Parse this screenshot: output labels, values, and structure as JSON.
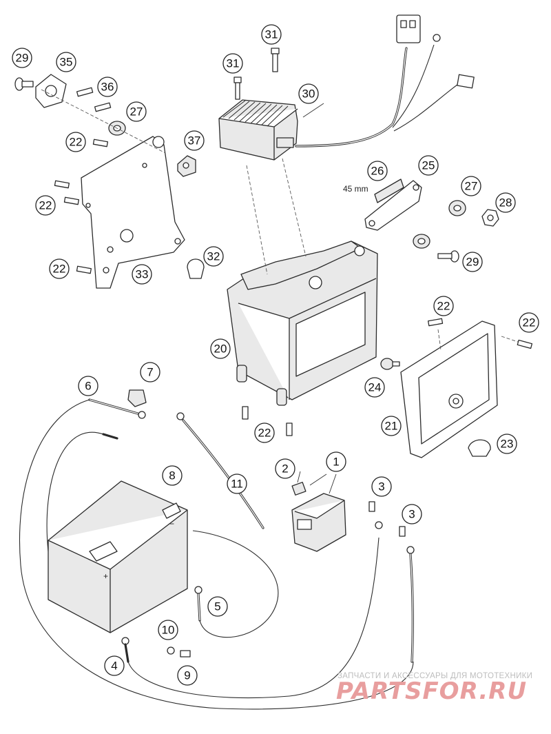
{
  "callouts": [
    {
      "id": "1",
      "label": "1"
    },
    {
      "id": "2",
      "label": "2"
    },
    {
      "id": "3a",
      "label": "3"
    },
    {
      "id": "3b",
      "label": "3"
    },
    {
      "id": "4",
      "label": "4"
    },
    {
      "id": "5",
      "label": "5"
    },
    {
      "id": "6",
      "label": "6"
    },
    {
      "id": "7",
      "label": "7"
    },
    {
      "id": "8",
      "label": "8"
    },
    {
      "id": "9",
      "label": "9"
    },
    {
      "id": "10",
      "label": "10"
    },
    {
      "id": "11",
      "label": "11"
    },
    {
      "id": "20",
      "label": "20"
    },
    {
      "id": "21",
      "label": "21"
    },
    {
      "id": "22a",
      "label": "22"
    },
    {
      "id": "22b",
      "label": "22"
    },
    {
      "id": "22c",
      "label": "22"
    },
    {
      "id": "22d",
      "label": "22"
    },
    {
      "id": "22e",
      "label": "22"
    },
    {
      "id": "22f",
      "label": "22"
    },
    {
      "id": "23",
      "label": "23"
    },
    {
      "id": "24",
      "label": "24"
    },
    {
      "id": "25",
      "label": "25"
    },
    {
      "id": "26",
      "label": "26"
    },
    {
      "id": "27a",
      "label": "27"
    },
    {
      "id": "27b",
      "label": "27"
    },
    {
      "id": "28",
      "label": "28"
    },
    {
      "id": "29a",
      "label": "29"
    },
    {
      "id": "29b",
      "label": "29"
    },
    {
      "id": "30",
      "label": "30"
    },
    {
      "id": "31a",
      "label": "31"
    },
    {
      "id": "31b",
      "label": "31"
    },
    {
      "id": "32",
      "label": "32"
    },
    {
      "id": "33",
      "label": "33"
    },
    {
      "id": "35",
      "label": "35"
    },
    {
      "id": "36",
      "label": "36"
    },
    {
      "id": "37",
      "label": "37"
    }
  ],
  "notes": {
    "dimension": "45 mm"
  },
  "watermark": {
    "tagline": "ЗАПЧАСТИ И АКСЕССУАРЫ ДЛЯ МОТОТЕХНИКИ",
    "logo": "PARTSFOR.RU"
  }
}
